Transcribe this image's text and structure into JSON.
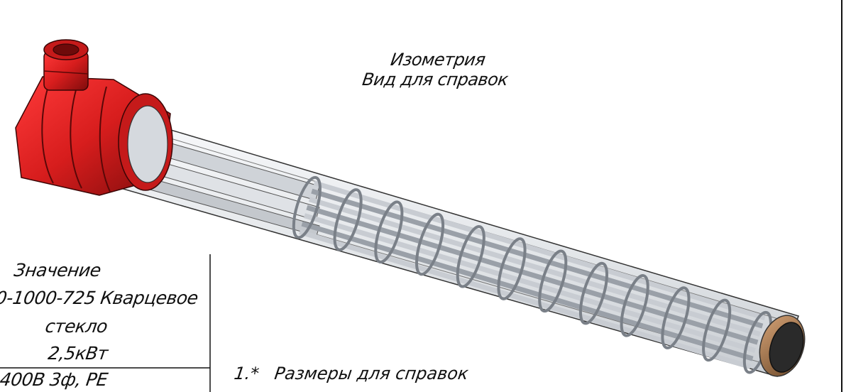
{
  "caption": {
    "line1": "Изометрия",
    "line2": "Вид для справок"
  },
  "table": {
    "header": "Значение",
    "row1": "0-1000-725 Кварцевое",
    "row2": "стекло",
    "row3": "2,5кВт",
    "row4": "400В 3ф, PE"
  },
  "note": {
    "number": "1.*",
    "text": "Размеры для справок"
  },
  "colors": {
    "head": "#d71d1d",
    "head_dark": "#8e0f0f",
    "tube_glass": "#e8ecef",
    "element_gray": "#b4b8bf",
    "end_cap": "#a8764a"
  }
}
